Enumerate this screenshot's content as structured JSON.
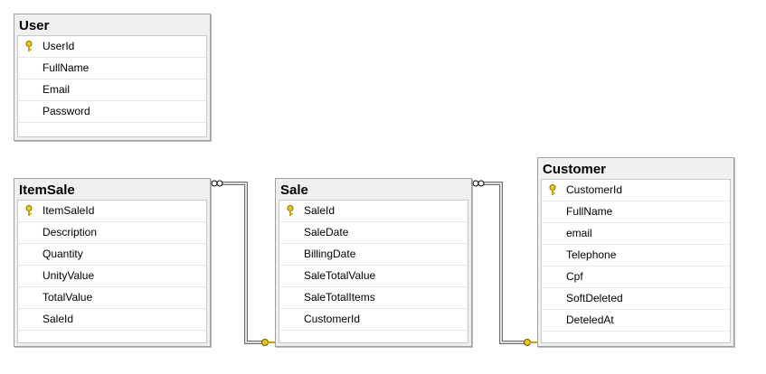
{
  "tables": {
    "user": {
      "title": "User",
      "columns": [
        {
          "name": "UserId",
          "pk": true
        },
        {
          "name": "FullName"
        },
        {
          "name": "Email"
        },
        {
          "name": "Password"
        }
      ]
    },
    "itemsale": {
      "title": "ItemSale",
      "columns": [
        {
          "name": "ItemSaleId",
          "pk": true
        },
        {
          "name": "Description"
        },
        {
          "name": "Quantity"
        },
        {
          "name": "UnityValue"
        },
        {
          "name": "TotalValue"
        },
        {
          "name": "SaleId"
        }
      ]
    },
    "sale": {
      "title": "Sale",
      "columns": [
        {
          "name": "SaleId",
          "pk": true
        },
        {
          "name": "SaleDate"
        },
        {
          "name": "BillingDate"
        },
        {
          "name": "SaleTotalValue"
        },
        {
          "name": "SaleTotalItems"
        },
        {
          "name": "CustomerId"
        }
      ]
    },
    "customer": {
      "title": "Customer",
      "columns": [
        {
          "name": "CustomerId",
          "pk": true
        },
        {
          "name": "FullName"
        },
        {
          "name": "email"
        },
        {
          "name": "Telephone"
        },
        {
          "name": "Cpf"
        },
        {
          "name": "SoftDeleted"
        },
        {
          "name": "DeteledAt"
        }
      ]
    }
  },
  "relationships": [
    {
      "name": "itemsale-sale",
      "many": "ItemSale",
      "one": "Sale"
    },
    {
      "name": "sale-customer",
      "many": "Sale",
      "one": "Customer"
    }
  ],
  "colors": {
    "key": "#e8c81a",
    "line": "#6e6e6e",
    "header_bg": "#f0f0f0"
  },
  "icons": {
    "primary_key": "key-icon",
    "many_end": "infinity-icon",
    "one_end": "key-icon"
  }
}
